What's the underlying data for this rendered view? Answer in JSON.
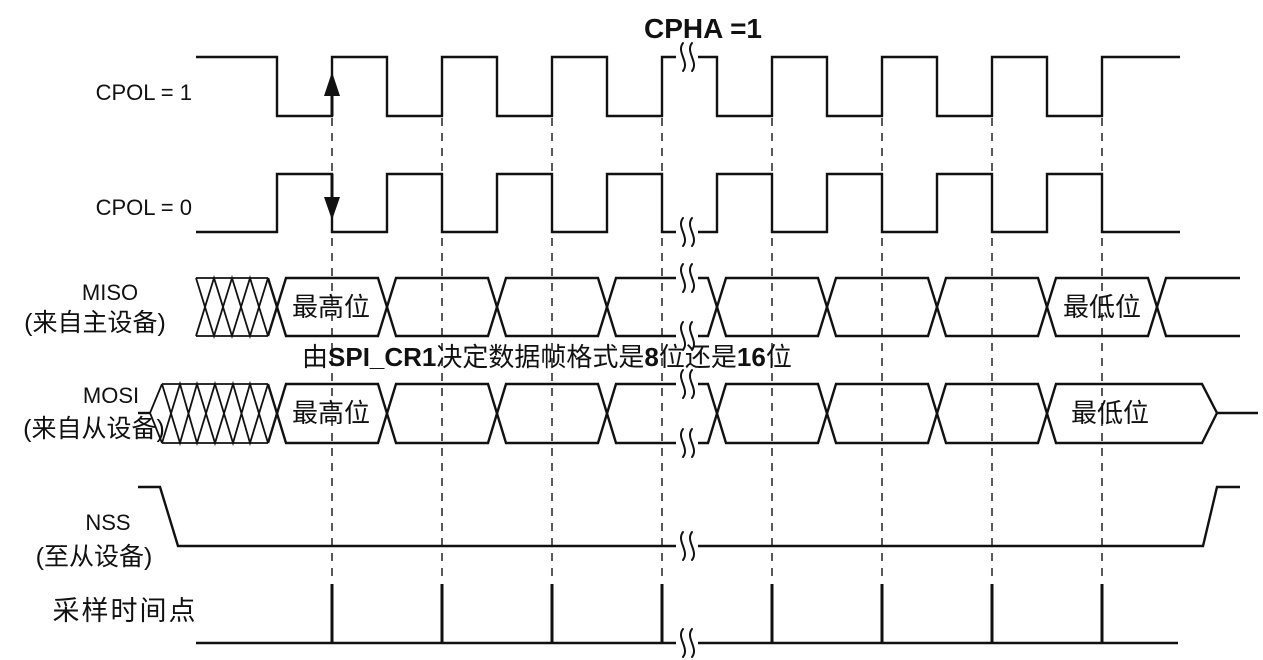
{
  "header": {
    "title": "CPHA =1"
  },
  "signals": {
    "cpol1": {
      "label": "CPOL = 1"
    },
    "cpol0": {
      "label": "CPOL = 0"
    },
    "miso": {
      "name": "MISO",
      "sub": "(来自主设备)",
      "msb": "最高位",
      "lsb": "最低位"
    },
    "mosi": {
      "name": "MOSI",
      "sub": "(来自从设备)",
      "msb": "最高位",
      "lsb": "最低位"
    },
    "nss": {
      "name": "NSS",
      "sub": "(至从设备)"
    },
    "sample": {
      "label": "采样时间点"
    }
  },
  "annotation": {
    "parts": [
      {
        "text": "由",
        "bold": false
      },
      {
        "text": "SPI_CR1",
        "bold": true
      },
      {
        "text": "决定数据帧格式是",
        "bold": false
      },
      {
        "text": "8",
        "bold": true
      },
      {
        "text": "位还是",
        "bold": false
      },
      {
        "text": "16",
        "bold": true
      },
      {
        "text": "位",
        "bold": false
      }
    ]
  },
  "colors": {
    "line": "#111111",
    "background": "#ffffff"
  }
}
